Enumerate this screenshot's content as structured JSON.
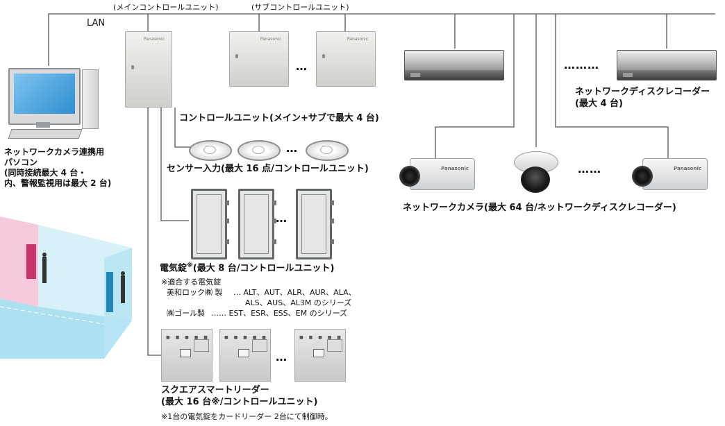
{
  "labels": {
    "main_unit": "(メインコントロールユニット)",
    "sub_unit": "(サブコントロールユニット)",
    "lan": "LAN",
    "pc_title": "ネットワークカメラ連携用",
    "pc_title2": "パソコン",
    "pc_note1": "(同時接続最大 4 台・",
    "pc_note2": "内、警報監視用は最大 2 台)",
    "control_unit": "コントロールユニット(メイン+サブで最大 4 台)",
    "sensor_input": "センサー入力(最大 16 点/コントロールユニット)",
    "recorder_title": "ネットワークディスクレコーダー",
    "recorder_note": "(最大 4 台)",
    "camera": "ネットワークカメラ(最大 64 台/ネットワークディスクレコーダー)",
    "elock_title": "電気錠",
    "elock_mark": "※",
    "elock_note": "(最大 8 台/コントロールユニット)",
    "elock_compat": "※適合する電気錠",
    "miwa_maker": "美和ロック㈱ 製",
    "miwa_models1": "… ALT、AUT、ALR、AUR、ALA、",
    "miwa_models2": "ALS、AUS、AL3M のシリーズ",
    "goal_maker": "㈱ゴール製",
    "goal_models": "…… EST、ESR、ESS、EM のシリーズ",
    "reader_title": "スクエアスマートリーダー",
    "reader_note": "(最大 16 台※/コントロールユニット)",
    "reader_footnote": "※1台の電気錠をカードリーダー 2台にて制御時。",
    "ellipsis_units": "…",
    "ellipsis_sensors": "…",
    "ellipsis_locks": "…",
    "ellipsis_readers": "…",
    "ellipsis_recorders": "………",
    "ellipsis_cameras": "……",
    "brand": "Panasonic"
  },
  "colors": {
    "line": "#555555",
    "room_pink": "#f4bfd7",
    "room_blue": "#9fdcef",
    "door_pink": "#c8346e",
    "door_blue": "#1f86b8"
  }
}
